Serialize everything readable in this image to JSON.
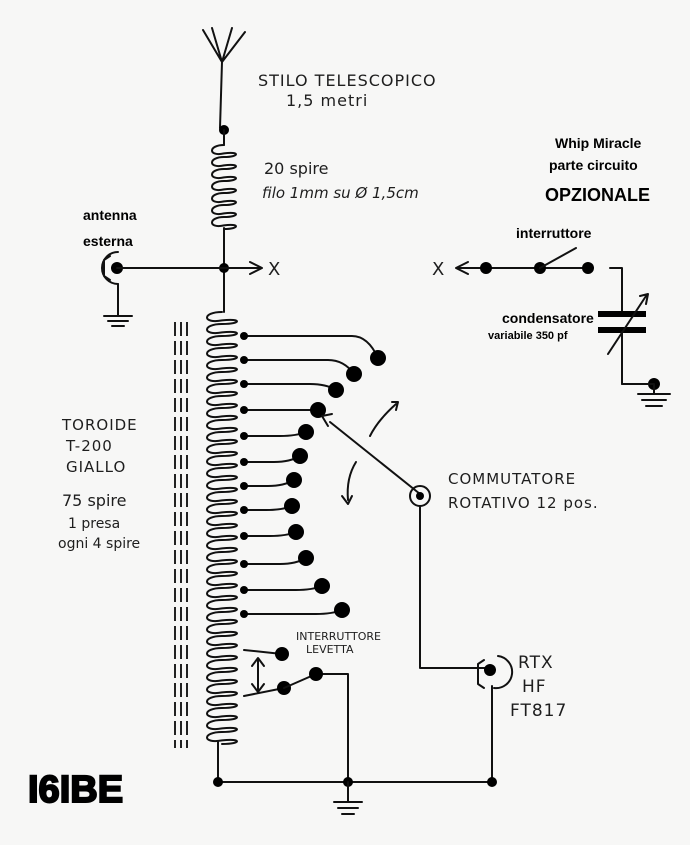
{
  "labels": {
    "stilo_title": "STILO TELESCOPICO",
    "stilo_length": "1,5 metri",
    "coil_turns": "20 spire",
    "coil_wire": "filo 1mm su Ø 1,5cm",
    "ext_antenna_1": "antenna",
    "ext_antenna_2": "esterna",
    "x_left": "X",
    "x_right": "X",
    "whip_1": "Whip Miracle",
    "whip_2": "parte circuito",
    "opzionale": "OPZIONALE",
    "interruttore": "interruttore",
    "condensatore": "condensatore",
    "variabile": "variabile 350 pf",
    "toroide_1": "TOROIDE",
    "toroide_2": "T-200",
    "toroide_3": "GIALLO",
    "spire_1": "75 spire",
    "spire_2": "1 presa",
    "spire_3": "ogni 4 spire",
    "comm_1": "COMMUTATORE",
    "comm_2": "ROTATIVO 12 pos.",
    "lev_1": "INTERRUTTORE",
    "lev_2": "LEVETTA",
    "rtx_1": "RTX",
    "rtx_2": "HF",
    "rtx_3": "FT817",
    "signature": "I6IBE"
  },
  "colors": {
    "ink": "#111111",
    "paper": "#f7f7f6",
    "signature_fill": "#d8d8d8"
  }
}
